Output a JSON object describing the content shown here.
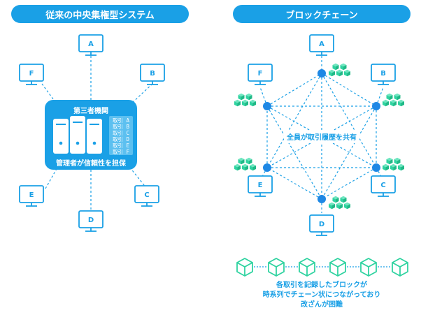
{
  "left_panel": {
    "title": "従来の中央集権型システム",
    "hub_title": "第三者機関",
    "hub_caption": "管理者が信頼性を担保",
    "transactions": [
      "取引 A",
      "取引 B",
      "取引 C",
      "取引 D",
      "取引 E",
      "取引 F"
    ],
    "nodes": [
      "A",
      "B",
      "C",
      "D",
      "E",
      "F"
    ]
  },
  "right_panel": {
    "title": "ブロックチェーン",
    "center_label": "全員が取引履歴を共有",
    "nodes": [
      "A",
      "B",
      "C",
      "D",
      "E",
      "F"
    ],
    "caption_lines": [
      "各取引を記録したブロックが",
      "時系列でチェーン状につながっており",
      "改ざんが困難"
    ]
  },
  "colors": {
    "primary": "#1aa0e6",
    "block_green": "#2fd3a0",
    "dot_blue": "#1e88e5",
    "white": "#ffffff"
  }
}
